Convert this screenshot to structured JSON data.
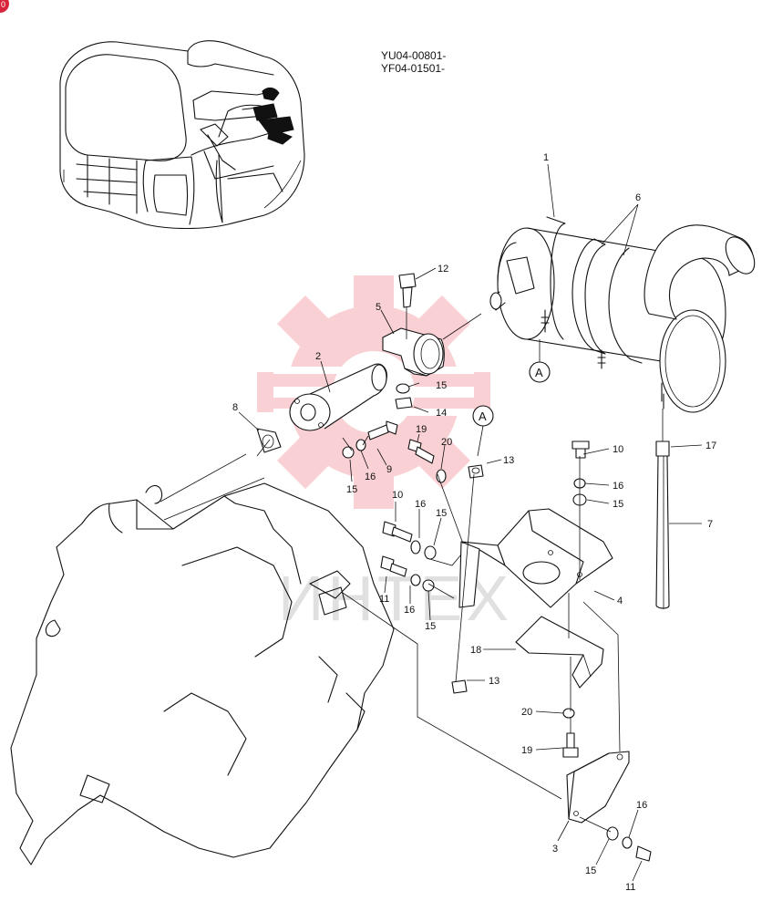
{
  "serials": [
    "YU04-00801-",
    "YF04-01501-"
  ],
  "watermark": "ИНТЕХ",
  "reference_letter": "A",
  "badge": "0",
  "callouts": [
    {
      "id": "c1",
      "text": "1"
    },
    {
      "id": "c6",
      "text": "6"
    },
    {
      "id": "c12",
      "text": "12"
    },
    {
      "id": "c5",
      "text": "5"
    },
    {
      "id": "c2",
      "text": "2"
    },
    {
      "id": "c15a",
      "text": "15"
    },
    {
      "id": "c14",
      "text": "14"
    },
    {
      "id": "c8",
      "text": "8"
    },
    {
      "id": "c19a",
      "text": "19"
    },
    {
      "id": "c20a",
      "text": "20"
    },
    {
      "id": "c13a",
      "text": "13"
    },
    {
      "id": "c9",
      "text": "9"
    },
    {
      "id": "c16a",
      "text": "16"
    },
    {
      "id": "c15b",
      "text": "15"
    },
    {
      "id": "c10a",
      "text": "10"
    },
    {
      "id": "c16b",
      "text": "16"
    },
    {
      "id": "c15c",
      "text": "15"
    },
    {
      "id": "c17",
      "text": "17"
    },
    {
      "id": "c7",
      "text": "7"
    },
    {
      "id": "c10b",
      "text": "10"
    },
    {
      "id": "c16c",
      "text": "16"
    },
    {
      "id": "c15d",
      "text": "15"
    },
    {
      "id": "c4",
      "text": "4"
    },
    {
      "id": "c11a",
      "text": "11"
    },
    {
      "id": "c16d",
      "text": "16"
    },
    {
      "id": "c15e",
      "text": "15"
    },
    {
      "id": "c18",
      "text": "18"
    },
    {
      "id": "c13b",
      "text": "13"
    },
    {
      "id": "c20b",
      "text": "20"
    },
    {
      "id": "c19b",
      "text": "19"
    },
    {
      "id": "c3",
      "text": "3"
    },
    {
      "id": "c16e",
      "text": "16"
    },
    {
      "id": "c15f",
      "text": "15"
    },
    {
      "id": "c11b",
      "text": "11"
    }
  ]
}
